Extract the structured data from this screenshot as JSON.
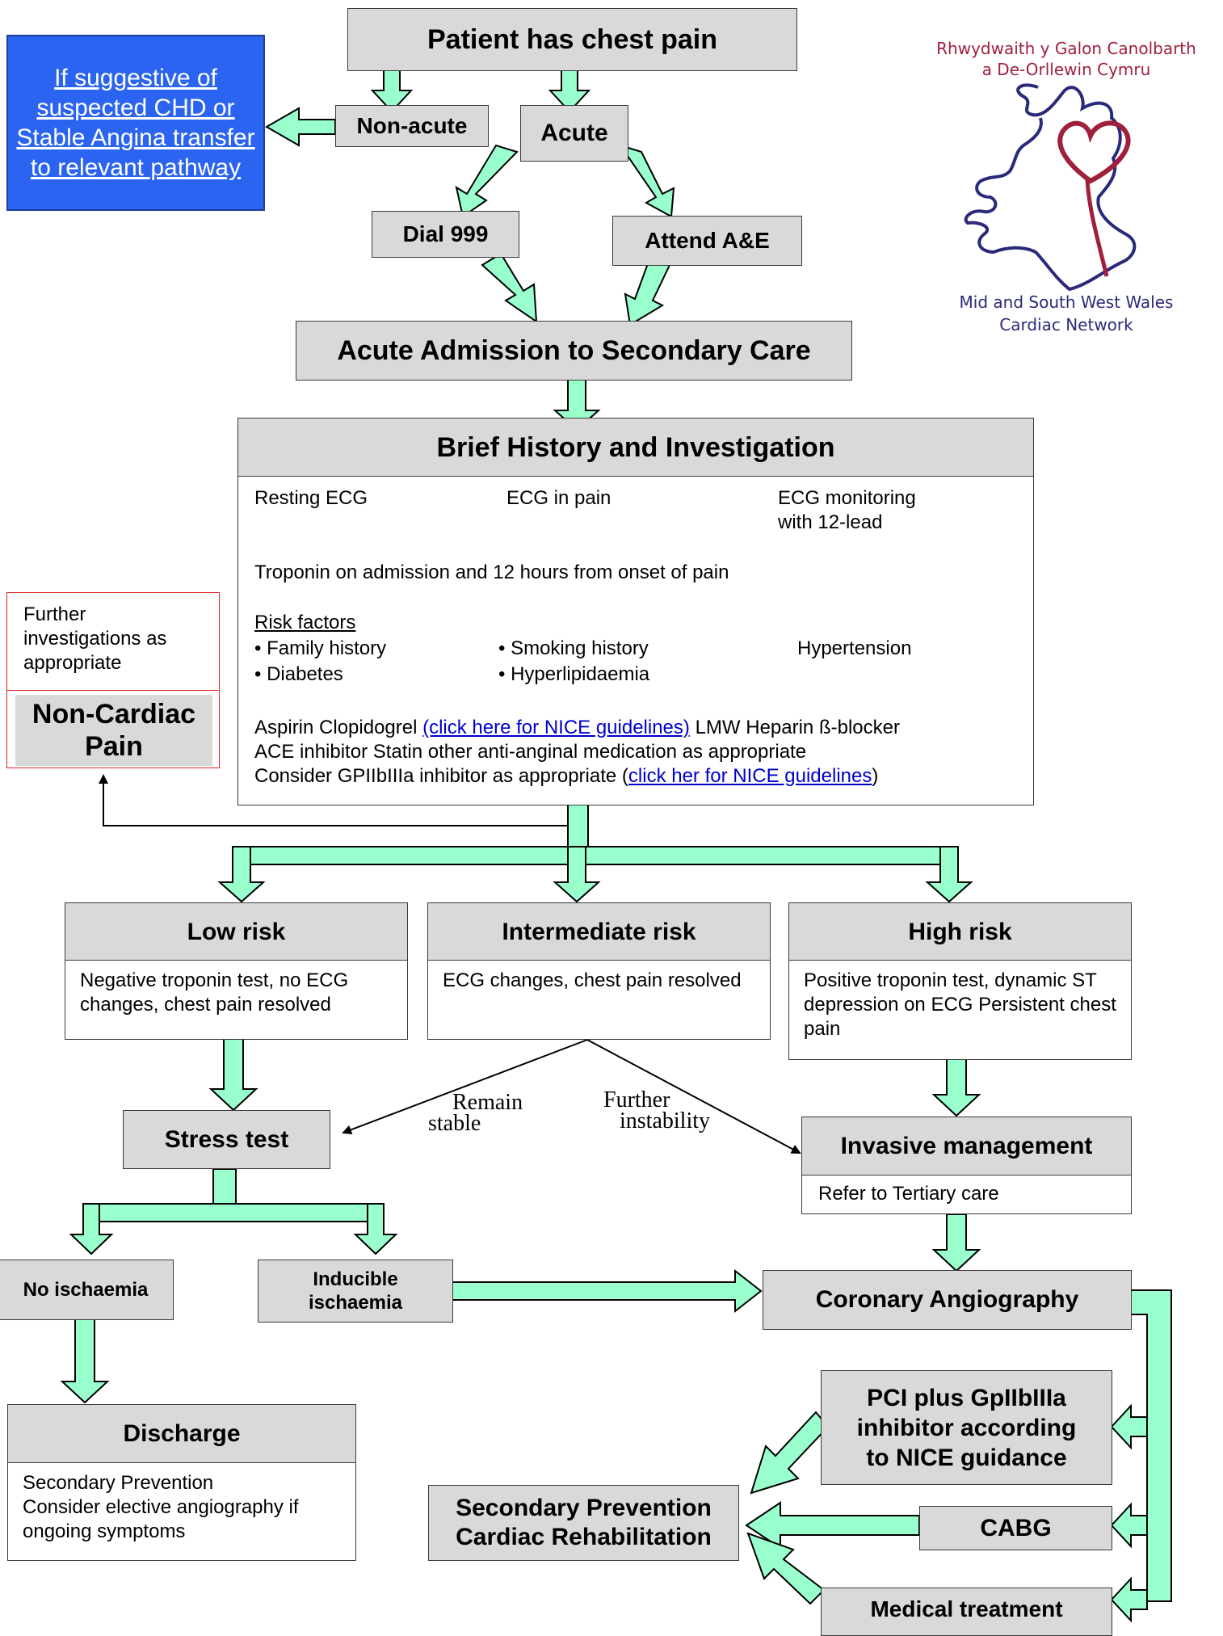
{
  "page_title": "Patient has chest pain",
  "blue_box": {
    "text": "If suggestive of suspected CHD or Stable Angina transfer to relevant pathway"
  },
  "nodes": {
    "non_acute": "Non-acute",
    "acute": "Acute",
    "dial_999": "Dial 999",
    "attend_ae": "Attend A&E",
    "admission": "Acute Admission to Secondary Care",
    "history_title": "Brief History and Investigation",
    "low_risk": "Low risk",
    "low_risk_body": "Negative troponin test, no ECG changes, chest pain resolved",
    "intermediate_risk": "Intermediate risk",
    "intermediate_risk_body": "ECG changes, chest pain resolved",
    "high_risk": "High risk",
    "high_risk_body": "Positive troponin test, dynamic ST depression on ECG Persistent chest pain",
    "stress_test": "Stress test",
    "invasive": "Invasive management",
    "invasive_body": "Refer to Tertiary care",
    "no_ischaemia": "No ischaemia",
    "inducible_ischaemia": "Inducible ischaemia",
    "coronary_angiography": "Coronary Angiography",
    "discharge": "Discharge",
    "discharge_body_1": "Secondary Prevention",
    "discharge_body_2": "Consider elective angiography if ongoing symptoms",
    "pci": "PCI plus GpIIbIIIa inhibitor according to NICE guidance",
    "secondary_prevention_1": "Secondary Prevention",
    "secondary_prevention_2": "Cardiac Rehabilitation",
    "cabg": "CABG",
    "medical_treatment": "Medical treatment"
  },
  "history": {
    "resting_ecg": "Resting ECG",
    "ecg_in_pain": "ECG in pain",
    "ecg_monitoring_1": "ECG monitoring",
    "ecg_monitoring_2": "with 12-lead",
    "troponin": "Troponin on admission and 12 hours from onset of pain",
    "risk_factors_label": "Risk factors",
    "risk_factors": [
      "Family history",
      "Diabetes",
      "Smoking history",
      "Hyperlipidaemia",
      "Hypertension"
    ],
    "meds_1_pre": "Aspirin Clopidogrel ",
    "meds_1_link": "(click here for NICE guidelines)",
    "meds_1_post": " LMW Heparin ß-blocker",
    "meds_2": "ACE inhibitor Statin other anti-anginal medication as appropriate",
    "meds_3_pre": "Consider GPIIbIIIa inhibitor as appropriate (",
    "meds_3_link": "click her for NICE guidelines",
    "meds_3_post": ")"
  },
  "non_cardiac": {
    "note": "Further investigations as appropriate",
    "title": "Non-Cardiac Pain"
  },
  "edge_labels": {
    "remain_stable_1": "Remain",
    "remain_stable_2": "stable",
    "further_instability_1": "Further",
    "further_instability_2": "instability"
  },
  "logo": {
    "welsh_1": "Rhwydwaith y Galon Canolbarth",
    "welsh_2": "a De-Orllewin Cymru",
    "english_1": "Mid and South West Wales",
    "english_2": "Cardiac Network"
  },
  "colors": {
    "arrow_fill": "#99ffcc",
    "box_header": "#d9d9d9",
    "blue_box": "#2b64f0",
    "link": "#0000cc",
    "non_cardiac_border": "#e02020",
    "logo_red": "#a0203c",
    "logo_navy": "#2a2a7a"
  }
}
